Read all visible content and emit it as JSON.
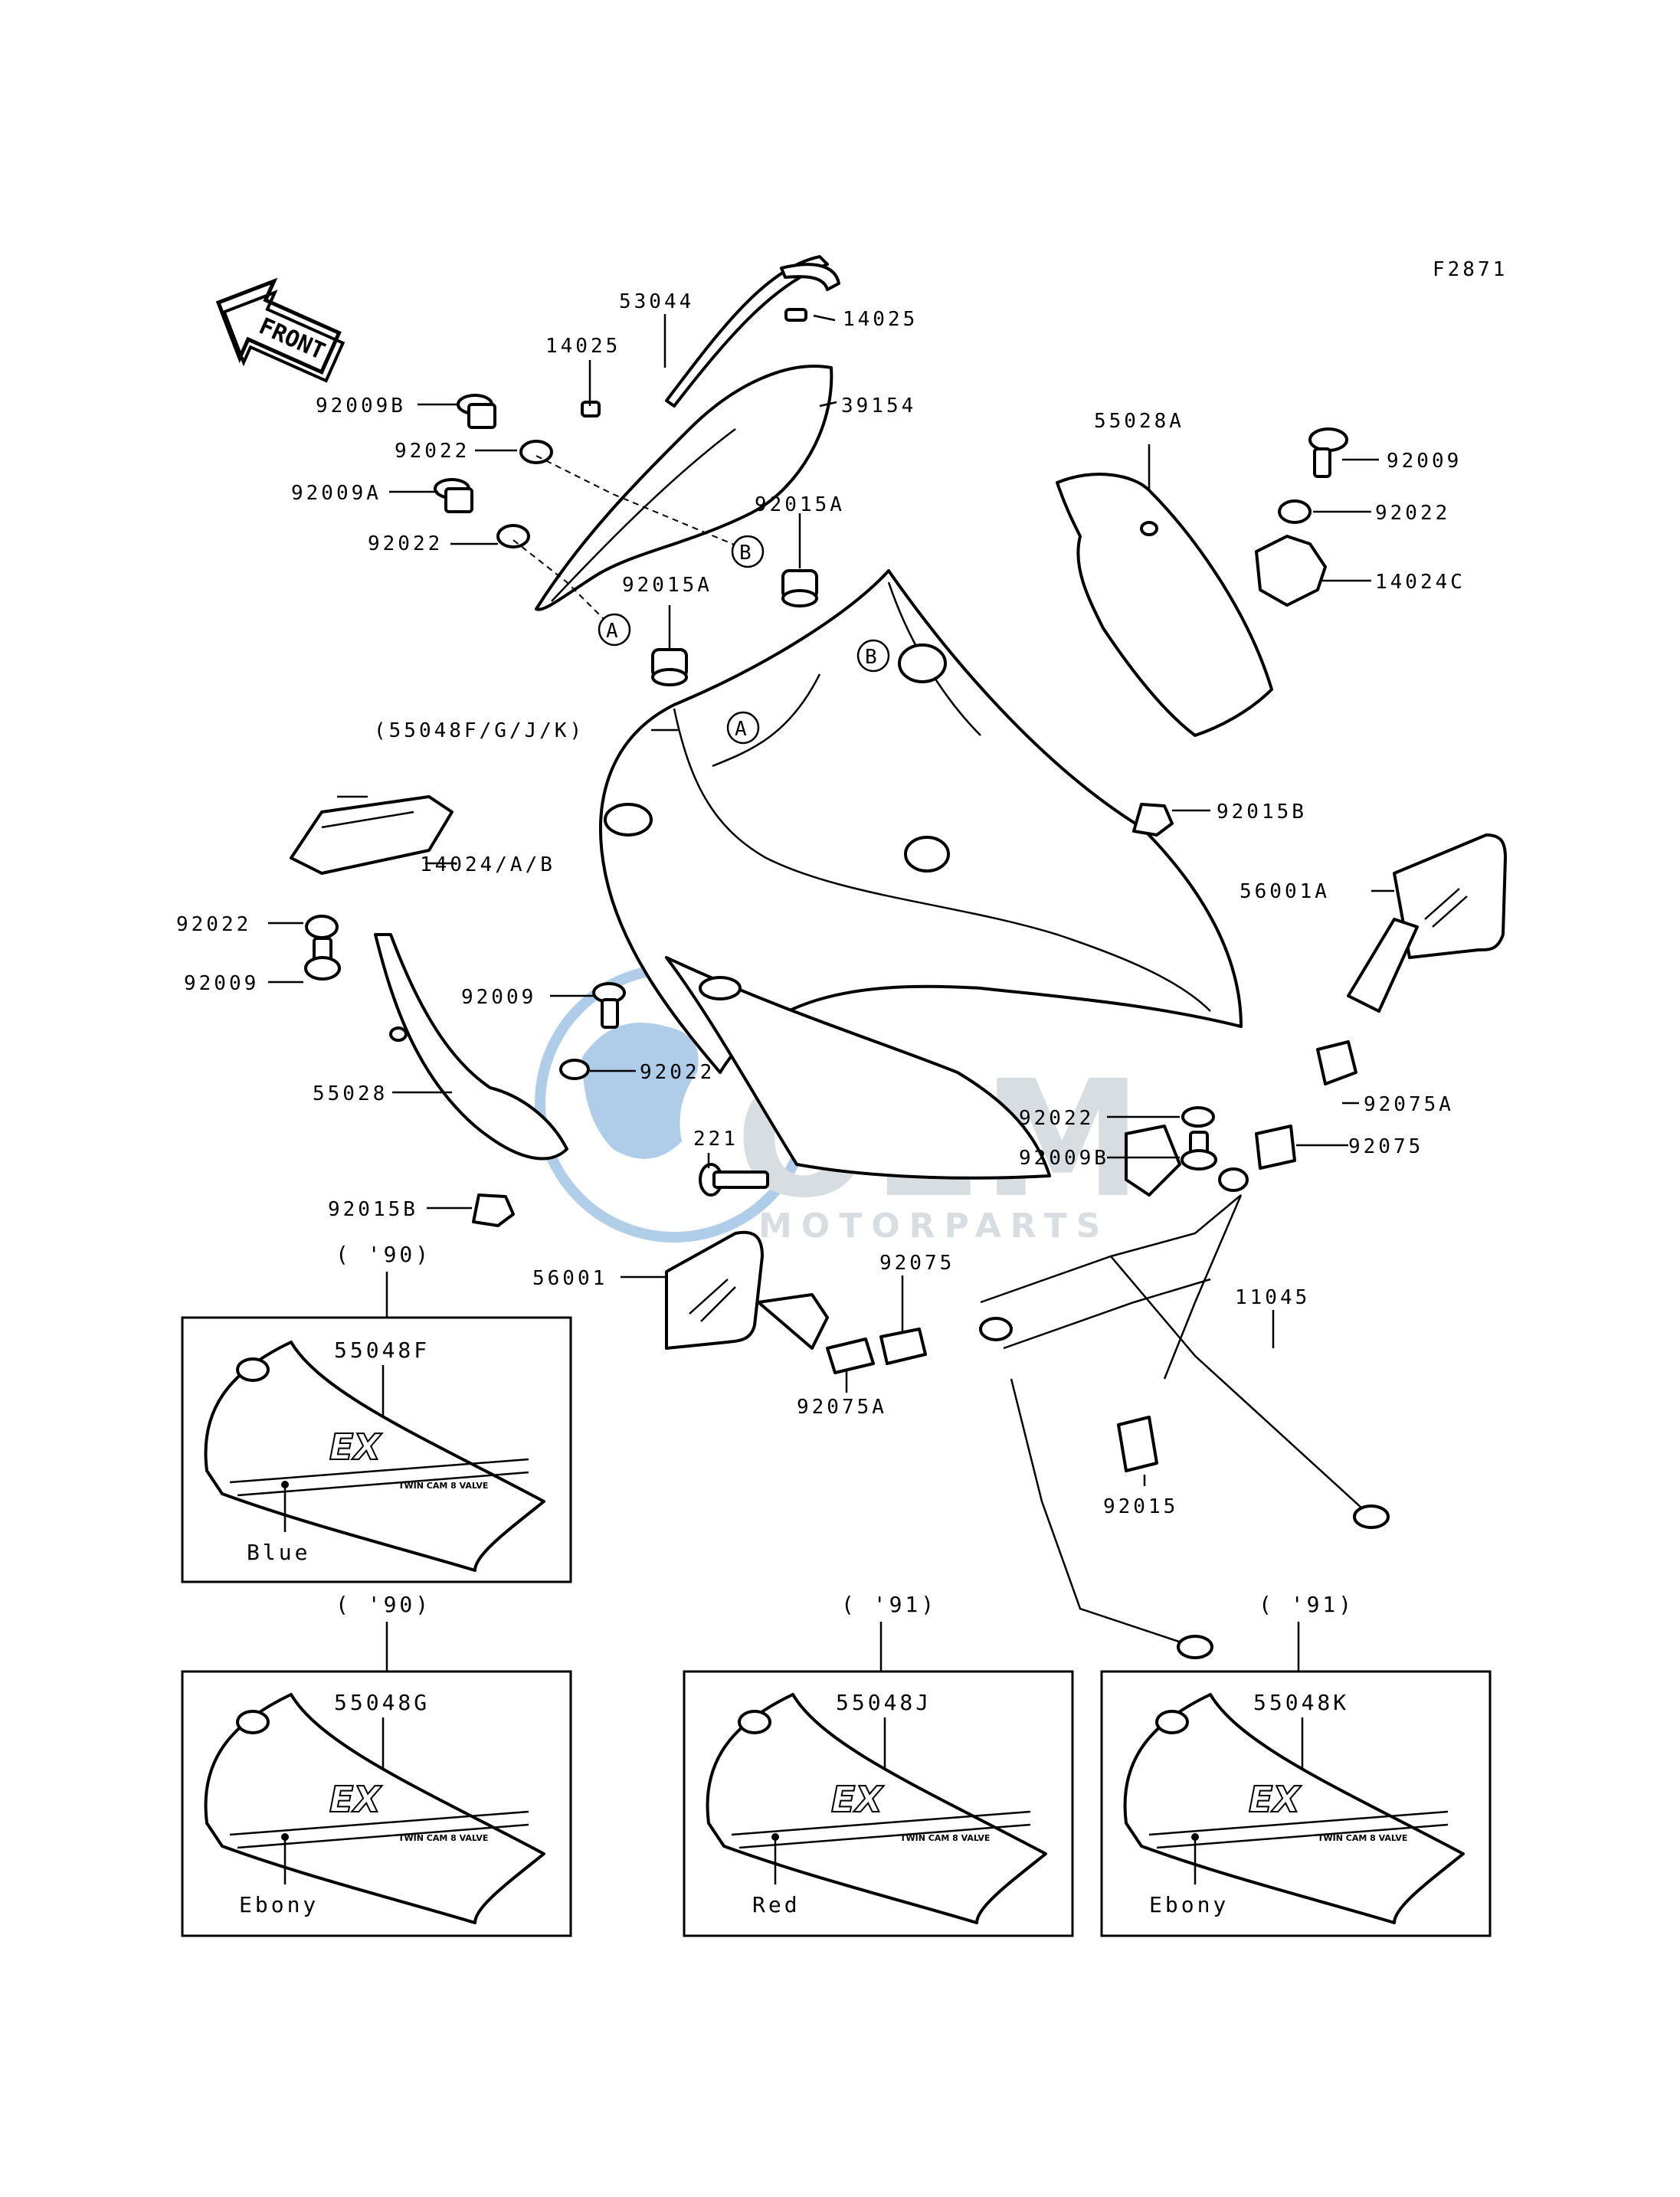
{
  "figure_code": "F2871",
  "front_label": "FRONT",
  "watermark": {
    "main": "OEM",
    "sub": "MOTORPARTS"
  },
  "callouts": [
    "53044",
    "14025",
    "14025",
    "92009B",
    "39154",
    "92022",
    "92009A",
    "92015A",
    "92022",
    "92015A",
    "55028A",
    "92009",
    "92022",
    "14024C",
    "(55048F/G/J/K)",
    "14024/A/B",
    "92015B",
    "56001A",
    "92022",
    "92009",
    "92009",
    "92022",
    "55028",
    "221",
    "92022",
    "92075A",
    "92009B",
    "92075",
    "92015B",
    "92075",
    "56001",
    "11045",
    "92075A",
    "92015"
  ],
  "ref_markers": [
    "B",
    "A",
    "B",
    "A"
  ],
  "variants": [
    {
      "year": "( '90)",
      "part": "55048F",
      "color": "Blue"
    },
    {
      "year": "( '90)",
      "part": "55048G",
      "color": "Ebony"
    },
    {
      "year": "( '91)",
      "part": "55048J",
      "color": "Red"
    },
    {
      "year": "( '91)",
      "part": "55048K",
      "color": "Ebony"
    }
  ],
  "decal": {
    "logo": "EX",
    "tagline": "TWIN CAM 8 VALVE"
  },
  "colors": {
    "ink": "#000000",
    "watermark_blue": "#6fa6d6",
    "watermark_grey": "#b9c3cc"
  }
}
